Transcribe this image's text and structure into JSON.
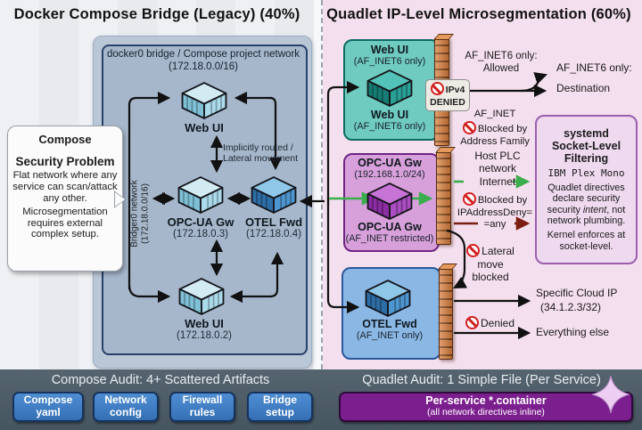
{
  "left": {
    "title": "Docker Compose Bridge (Legacy) (40%)",
    "panel_title_line1": "docker0 bridge / Compose project network",
    "panel_title_line2": "(172.18.0.0/16)",
    "bridge_label_line1": "Bridger0 network",
    "bridge_label_line2": "(172.18.0.0/16)",
    "callout_title": "Compose",
    "callout_subtitle": "Security Problem",
    "callout_body1": "Flat network where any service can scan/attack any other.",
    "callout_body2": "Microsegmentation requires external complex setup.",
    "implicit_line1": "Implicitly routed /",
    "implicit_line2": "Lateral movement",
    "webui_top_label": "Web UI",
    "opcua_label": "OPC-UA Gw",
    "opcua_ip": "(172.18.0.3)",
    "otel_label": "OTEL Fwd",
    "otel_ip": "(172.18.0.4)",
    "webui_bottom_label": "Web UI",
    "webui_bottom_ip": "(172.18.0.2)"
  },
  "right": {
    "title": "Quadlet IP-Level Microsegmentation (60%)",
    "webui_title": "Web UI",
    "webui_subtitle": "(AF_INET6 only)",
    "webui_label": "Web UI",
    "webui_sublabel": "(AF_INET6 only)",
    "ipv4_badge_line1": "IPv4",
    "ipv4_badge_line2": "DENIED",
    "allowed_line1": "AF_INET6 only:",
    "allowed_line2": "Allowed",
    "dest_line1": "AF_INET6 only:",
    "dest_line2": "Destination",
    "afinet_line1": "AF_INET",
    "afinet_line2": "Blocked by",
    "afinet_line3": "Address Family",
    "opcua_title": "OPC-UA Gw",
    "opcua_subtitle": "(192.168.1.0/24)",
    "opcua_label": "OPC-UA Gw",
    "opcua_sublabel": "(AF_INET restricted)",
    "hostplc_line1": "Host PLC",
    "hostplc_line2": "network",
    "hostplc_line3": "Internet",
    "deny_line1": "Blocked by",
    "deny_line2": "IPAddressDeny=",
    "deny_line3": "=any",
    "systemd_title1": "systemd",
    "systemd_title2": "Socket-Level",
    "systemd_title3": "Filtering",
    "systemd_mono": "IBM Plex Mono",
    "systemd_body1a": "Quadlet directives declare security security ",
    "systemd_body1b": "intent",
    "systemd_body1c": ", not network plumbing.",
    "systemd_body2": "Kernel enforces at socket-level.",
    "lateral_line1": "Lateral",
    "lateral_line2": "move",
    "lateral_line3": "blocked",
    "otel_label": "OTEL Fwd",
    "otel_sublabel": "(AF_INET only)",
    "cloud_line1": "Specific Cloud IP",
    "cloud_line2": "(34.1.2.3/32)",
    "denied_label": "Denied",
    "everything_label": "Everything else"
  },
  "footer": {
    "left_title": "Compose Audit: 4+ Scattered Artifacts",
    "right_title": "Quadlet Audit: 1 Simple File (Per Service)",
    "buttons": [
      {
        "line1": "Compose",
        "line2": "yaml"
      },
      {
        "line1": "Network",
        "line2": "config"
      },
      {
        "line1": "Firewall",
        "line2": "rules"
      },
      {
        "line1": "Bridge",
        "line2": "setup"
      }
    ],
    "quadlet_line1": "Per-service *.container",
    "quadlet_line2": "(all network directives inline)"
  },
  "colors": {
    "accent_green": "#3aae4c",
    "blocked_red": "#d21f1f",
    "dark_red_arrow": "#7b1d12",
    "teal_box": "#6fcac0",
    "purple_box": "#d7a0da",
    "blue_box": "#8ab7e4",
    "systemd_box": "#eed9ee",
    "wall_brick": "#c96a2e",
    "left_panel": "#a6b7cb",
    "footer_bar": "#4d5c68",
    "button_blue": "#3f7fc4",
    "button_purple": "#7c1f8e"
  }
}
